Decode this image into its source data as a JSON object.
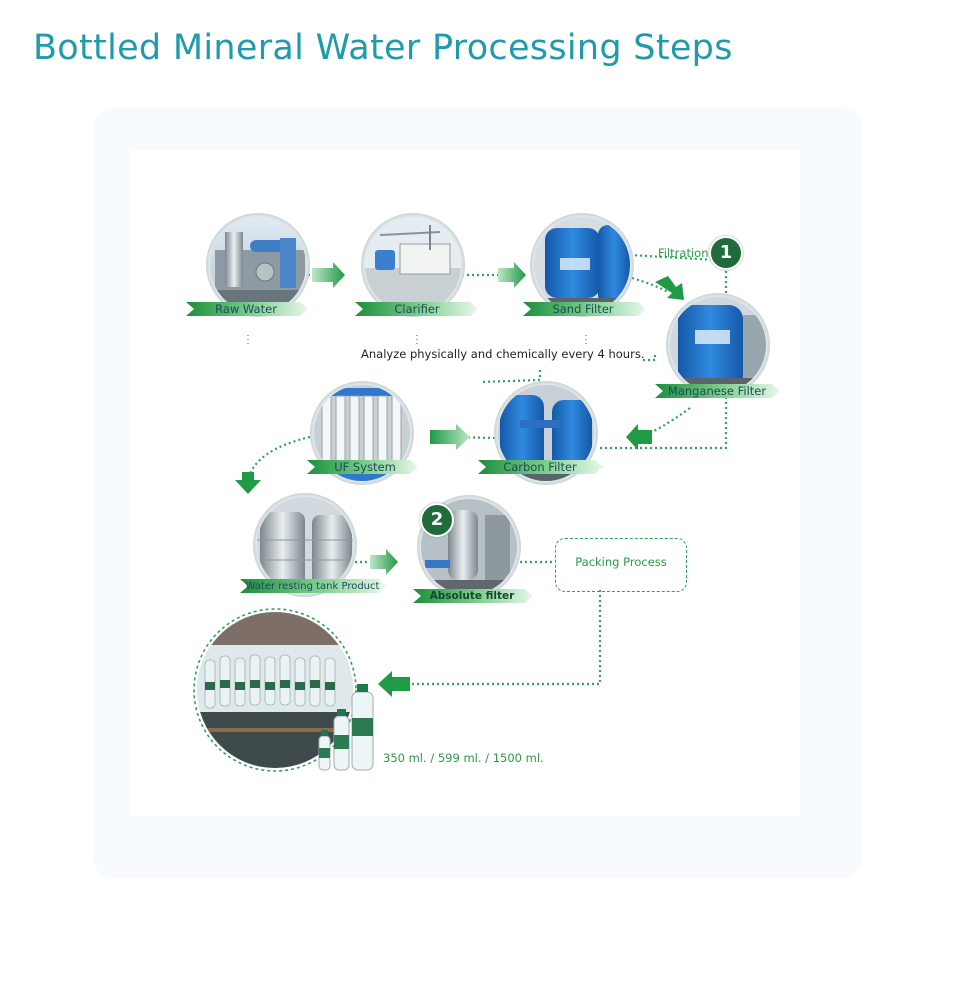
{
  "title": "Bottled Mineral Water Processing Steps",
  "steps": {
    "raw_water": "Raw Water",
    "clarifier": "Clarifier",
    "sand_filter": "Sand Filter",
    "manganese_filter": "Manganese Filter",
    "carbon_filter": "Carbon Filter",
    "uf_system": "UF System",
    "water_resting_tank": "Water resting tank Product",
    "absolute_filter": "Absolute filter"
  },
  "annotations": {
    "filtration": "Filtration",
    "analyze_note": "Analyze physically and chemically every 4 hours.",
    "packing_process": "Packing Process",
    "bottle_sizes": "350 ml. / 599 ml. / 1500 ml."
  },
  "badges": {
    "one": "1",
    "two": "2"
  },
  "colors": {
    "title": "#1f9bab",
    "accent_green": "#2ea35a",
    "dark_green": "#1f6b3a",
    "machine_blue": "#1f6fc0"
  },
  "icons": [
    "arrow-right-icon",
    "arrow-left-icon",
    "arrow-down-icon",
    "bottle-icon"
  ]
}
